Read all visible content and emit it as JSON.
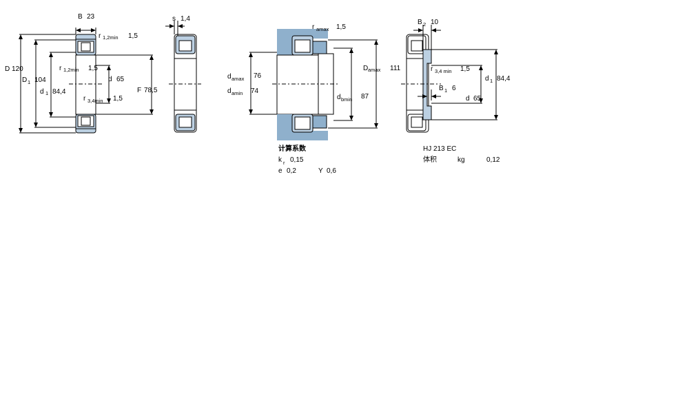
{
  "colors": {
    "ring": "#bcd0e2",
    "line": "#000000",
    "housing": "#8fb0cc"
  },
  "view1": {
    "B_label": "B",
    "B_value": "23",
    "r12_top_label": "r",
    "r12_top_sub": "1,2min",
    "r12_top_value": "1,5",
    "D_label": "D",
    "D_value": "120",
    "D1_label": "D",
    "D1_sub": "1",
    "D1_value": "104",
    "r12_mid_label": "r",
    "r12_mid_sub": "1,2min",
    "r12_mid_value": "1,5",
    "d_label": "d",
    "d_value": "65",
    "d1_label": "d",
    "d1_sub": "1",
    "d1_value": "84,4",
    "F_label": "F",
    "F_value": "78,5",
    "r34_label": "r",
    "r34_sub": "3,4min",
    "r34_value": "1,5"
  },
  "view2": {
    "s_label": "s",
    "s_value": "1,4"
  },
  "view3": {
    "ra_label": "r",
    "ra_sub": "amax",
    "ra_value": "1,5",
    "damax_label": "d",
    "damax_sub": "amax",
    "damax_value": "76",
    "damin_label": "d",
    "damin_sub": "amin",
    "damin_value": "74",
    "dbmin_label": "d",
    "dbmin_sub": "bmin",
    "dbmin_value": "87",
    "Damax_label": "D",
    "Damax_sub": "amax",
    "Damax_value": "111"
  },
  "view4": {
    "B2_label": "B",
    "B2_sub": "2",
    "B2_value": "10",
    "r34_label": "r",
    "r34_sub": "3,4 min",
    "r34_value": "1,5",
    "d1_label": "d",
    "d1_sub": "1",
    "d1_value": "84,4",
    "B1_label": "B",
    "B1_sub": "1",
    "B1_value": "6",
    "d_label": "d",
    "d_value": "65"
  },
  "calc": {
    "title": "计算系数",
    "kr_label": "k",
    "kr_sub": "r",
    "kr_value": "0,15",
    "e_label": "e",
    "e_value": "0,2",
    "Y_label": "Y",
    "Y_value": "0,6"
  },
  "ring": {
    "designation": "HJ 213 EC",
    "mass_label": "体积",
    "mass_unit": "kg",
    "mass_value": "0,12"
  }
}
